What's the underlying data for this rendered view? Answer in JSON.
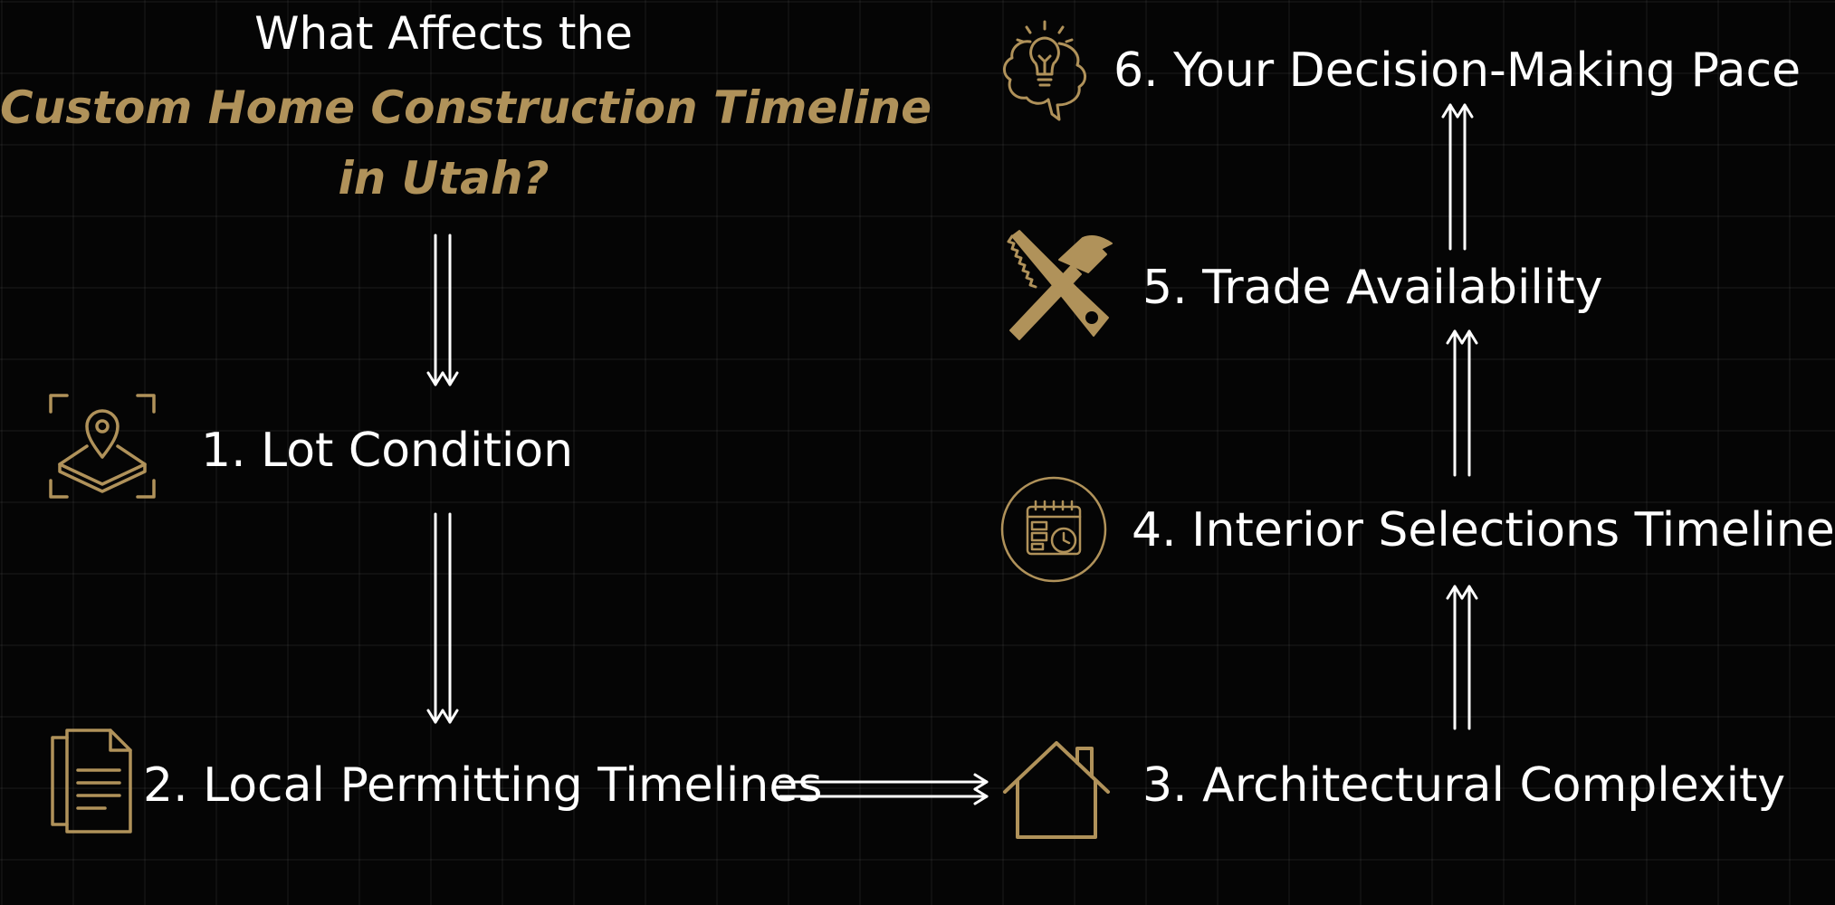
{
  "title": {
    "line1": "What Affects the",
    "line2": "Custom Home Construction Timeline",
    "line3": "in Utah?"
  },
  "steps": [
    {
      "label": "1. Lot Condition",
      "icon": "map-pin-icon"
    },
    {
      "label": "2. Local Permitting Timelines",
      "icon": "document-icon"
    },
    {
      "label": "3. Architectural Complexity",
      "icon": "house-icon"
    },
    {
      "label": "4. Interior Selections Timeline",
      "icon": "calendar-clock-icon"
    },
    {
      "label": "5. Trade Availability",
      "icon": "hammer-saw-icon"
    },
    {
      "label": "6. Your Decision-Making Pace",
      "icon": "brain-lightbulb-icon"
    }
  ],
  "colors": {
    "background": "#050505",
    "accent_gold": "#b0925a",
    "text": "#ffffff",
    "arrow": "#ffffff"
  }
}
